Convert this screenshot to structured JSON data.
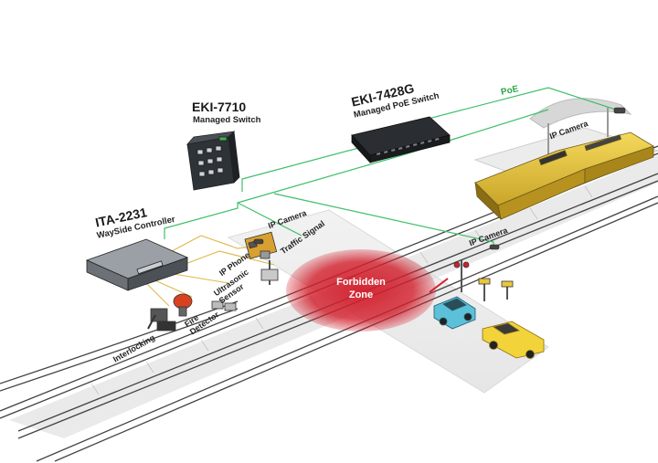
{
  "devices": {
    "eki7710": {
      "model": "EKI-7710",
      "desc": "Managed Switch"
    },
    "eki7428": {
      "model": "EKI-7428G",
      "desc": "Managed PoE Switch"
    },
    "ita2231": {
      "model": "ITA-2231",
      "desc": "WaySide Controller"
    }
  },
  "labels": {
    "poe": "PoE",
    "ip_camera_station": "IP Camera",
    "ip_camera_crossing": "IP Camera",
    "ip_camera_track": "IP Camera",
    "traffic_signal": "Traffic Signal",
    "ip_phone": "IP Phone",
    "ultrasonic": "Ultrasonic\nSensor",
    "fire_detector": "Fire\nDetector",
    "interlocking": "Interlocking"
  },
  "zone": {
    "line1": "Forbidden",
    "line2": "Zone"
  },
  "colors": {
    "network_line": "#3fbf6a",
    "signal_line": "#e0b84a",
    "forbidden_zone": "#d21e2b",
    "train": "#e8c640",
    "car_blue": "#5cc0d8",
    "car_yellow": "#f2d33a"
  }
}
